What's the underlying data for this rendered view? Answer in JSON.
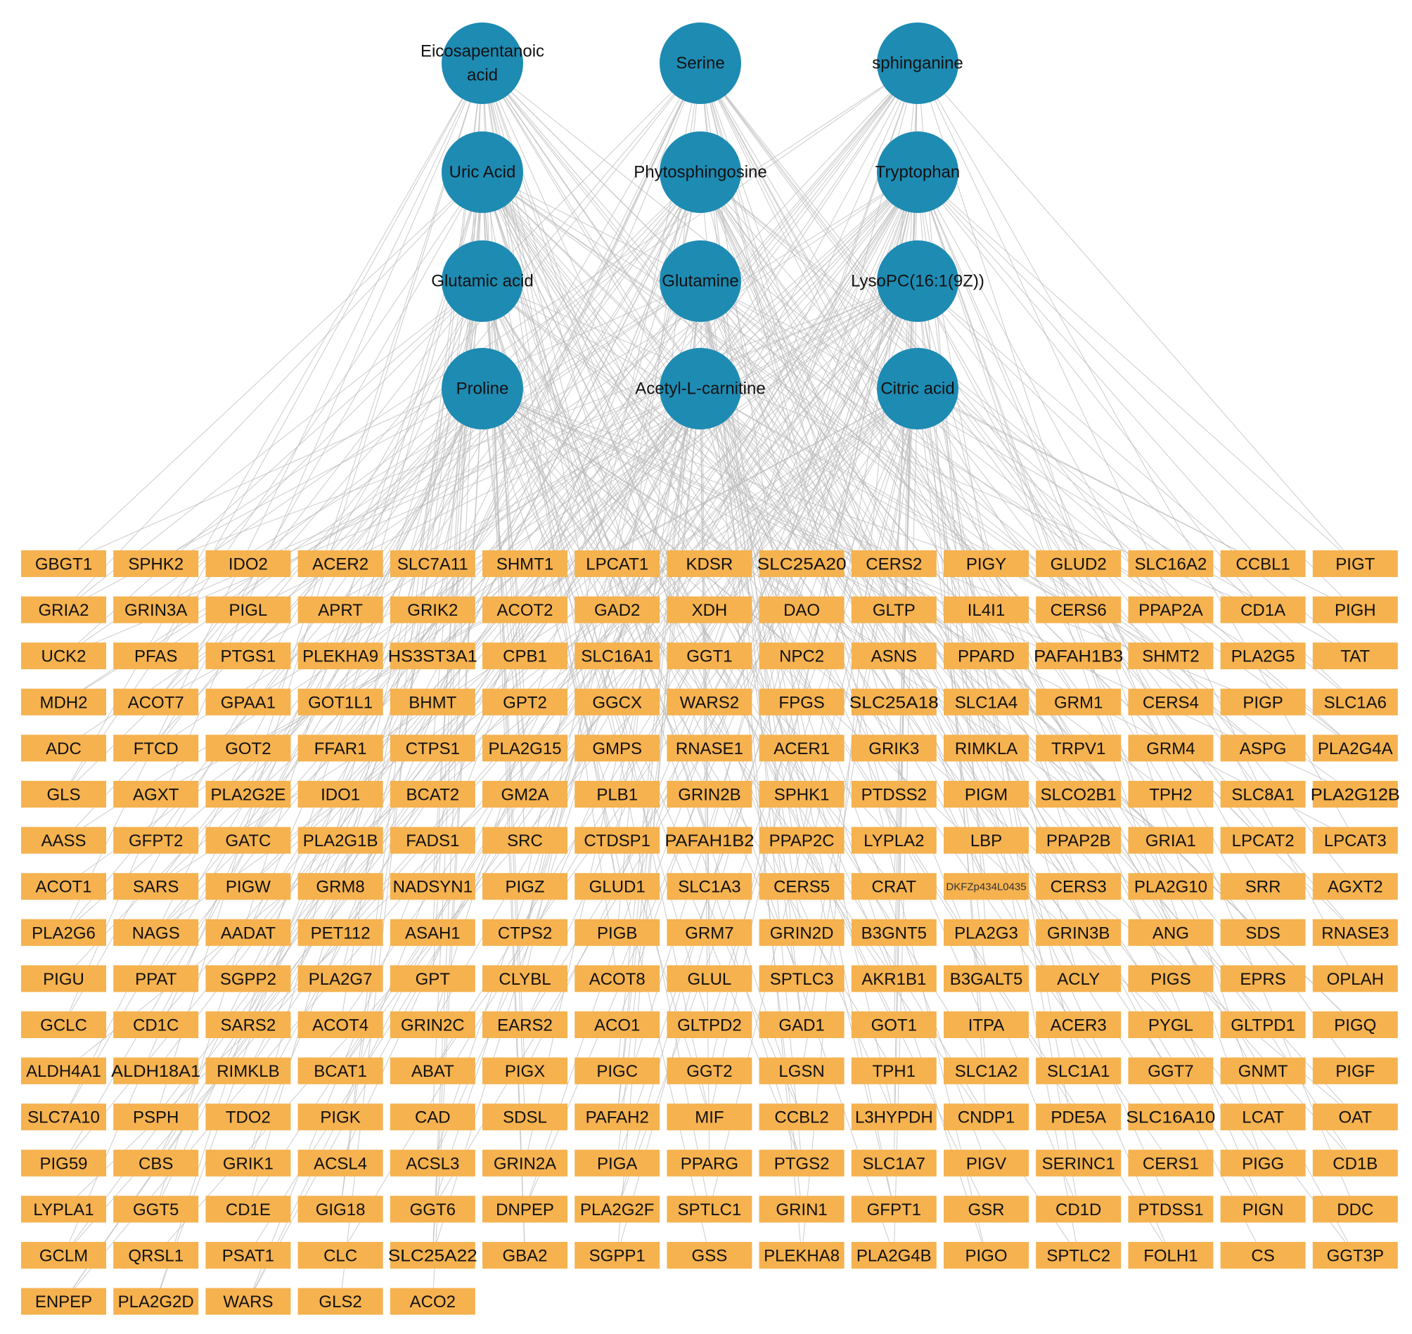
{
  "colors": {
    "metabolite_node": "#1e8bb3",
    "gene_node": "#f5b24f",
    "edge": "#b9b9b9",
    "background": "#ffffff"
  },
  "metabolites": [
    {
      "label": "Eicosapentanoic acid",
      "lines": [
        "Eicosapentanoic",
        "acid"
      ]
    },
    {
      "label": "Serine",
      "lines": [
        "Serine"
      ]
    },
    {
      "label": "sphinganine",
      "lines": [
        "sphinganine"
      ]
    },
    {
      "label": "Uric Acid",
      "lines": [
        "Uric Acid"
      ]
    },
    {
      "label": "Phytosphingosine",
      "lines": [
        "Phytosphingosine"
      ]
    },
    {
      "label": "Tryptophan",
      "lines": [
        "Tryptophan"
      ]
    },
    {
      "label": "Glutamic acid",
      "lines": [
        "Glutamic acid"
      ]
    },
    {
      "label": "Glutamine",
      "lines": [
        "Glutamine"
      ]
    },
    {
      "label": "LysoPC(16:1(9Z))",
      "lines": [
        "LysoPC(16:1(9Z))"
      ]
    },
    {
      "label": "Proline",
      "lines": [
        "Proline"
      ]
    },
    {
      "label": "Acetyl-L-carnitine",
      "lines": [
        "Acetyl-L-carnitine"
      ]
    },
    {
      "label": "Citric acid",
      "lines": [
        "Citric acid"
      ]
    }
  ],
  "genes": [
    "GBGT1",
    "SPHK2",
    "IDO2",
    "ACER2",
    "SLC7A11",
    "SHMT1",
    "LPCAT1",
    "KDSR",
    "SLC25A20",
    "CERS2",
    "PIGY",
    "GLUD2",
    "SLC16A2",
    "CCBL1",
    "PIGT",
    "GRIA2",
    "GRIN3A",
    "PIGL",
    "APRT",
    "GRIK2",
    "ACOT2",
    "GAD2",
    "XDH",
    "DAO",
    "GLTP",
    "IL4I1",
    "CERS6",
    "PPAP2A",
    "CD1A",
    "PIGH",
    "UCK2",
    "PFAS",
    "PTGS1",
    "PLEKHA9",
    "HS3ST3A1",
    "CPB1",
    "SLC16A1",
    "GGT1",
    "NPC2",
    "ASNS",
    "PPARD",
    "PAFAH1B3",
    "SHMT2",
    "PLA2G5",
    "TAT",
    "MDH2",
    "ACOT7",
    "GPAA1",
    "GOT1L1",
    "BHMT",
    "GPT2",
    "GGCX",
    "WARS2",
    "FPGS",
    "SLC25A18",
    "SLC1A4",
    "GRM1",
    "CERS4",
    "PIGP",
    "SLC1A6",
    "ADC",
    "FTCD",
    "GOT2",
    "FFAR1",
    "CTPS1",
    "PLA2G15",
    "GMPS",
    "RNASE1",
    "ACER1",
    "GRIK3",
    "RIMKLA",
    "TRPV1",
    "GRM4",
    "ASPG",
    "PLA2G4A",
    "GLS",
    "AGXT",
    "PLA2G2E",
    "IDO1",
    "BCAT2",
    "GM2A",
    "PLB1",
    "GRIN2B",
    "SPHK1",
    "PTDSS2",
    "PIGM",
    "SLCO2B1",
    "TPH2",
    "SLC8A1",
    "PLA2G12B",
    "AASS",
    "GFPT2",
    "GATC",
    "PLA2G1B",
    "FADS1",
    "SRC",
    "CTDSP1",
    "PAFAH1B2",
    "PPAP2C",
    "LYPLA2",
    "LBP",
    "PPAP2B",
    "GRIA1",
    "LPCAT2",
    "LPCAT3",
    "ACOT1",
    "SARS",
    "PIGW",
    "GRM8",
    "NADSYN1",
    "PIGZ",
    "GLUD1",
    "SLC1A3",
    "CERS5",
    "CRAT",
    "DKFZp434L0435",
    "CERS3",
    "PLA2G10",
    "SRR",
    "AGXT2",
    "PLA2G6",
    "NAGS",
    "AADAT",
    "PET112",
    "ASAH1",
    "CTPS2",
    "PIGB",
    "GRM7",
    "GRIN2D",
    "B3GNT5",
    "PLA2G3",
    "GRIN3B",
    "ANG",
    "SDS",
    "RNASE3",
    "PIGU",
    "PPAT",
    "SGPP2",
    "PLA2G7",
    "GPT",
    "CLYBL",
    "ACOT8",
    "GLUL",
    "SPTLC3",
    "AKR1B1",
    "B3GALT5",
    "ACLY",
    "PIGS",
    "EPRS",
    "OPLAH",
    "GCLC",
    "CD1C",
    "SARS2",
    "ACOT4",
    "GRIN2C",
    "EARS2",
    "ACO1",
    "GLTPD2",
    "GAD1",
    "GOT1",
    "ITPA",
    "ACER3",
    "PYGL",
    "GLTPD1",
    "PIGQ",
    "ALDH4A1",
    "ALDH18A1",
    "RIMKLB",
    "BCAT1",
    "ABAT",
    "PIGX",
    "PIGC",
    "GGT2",
    "LGSN",
    "TPH1",
    "SLC1A2",
    "SLC1A1",
    "GGT7",
    "GNMT",
    "PIGF",
    "SLC7A10",
    "PSPH",
    "TDO2",
    "PIGK",
    "CAD",
    "SDSL",
    "PAFAH2",
    "MIF",
    "CCBL2",
    "L3HYPDH",
    "CNDP1",
    "PDE5A",
    "SLC16A10",
    "LCAT",
    "OAT",
    "PIG59",
    "CBS",
    "GRIK1",
    "ACSL4",
    "ACSL3",
    "GRIN2A",
    "PIGA",
    "PPARG",
    "PTGS2",
    "SLC1A7",
    "PIGV",
    "SERINC1",
    "CERS1",
    "PIGG",
    "CD1B",
    "LYPLA1",
    "GGT5",
    "CD1E",
    "GIG18",
    "GGT6",
    "DNPEP",
    "PLA2G2F",
    "SPTLC1",
    "GRIN1",
    "GFPT1",
    "GSR",
    "CD1D",
    "PTDSS1",
    "PIGN",
    "DDC",
    "GCLM",
    "QRSL1",
    "PSAT1",
    "CLC",
    "SLC25A22",
    "GBA2",
    "SGPP1",
    "GSS",
    "PLEKHA8",
    "PLA2G4B",
    "PIGO",
    "SPTLC2",
    "FOLH1",
    "CS",
    "GGT3P",
    "ENPEP",
    "PLA2G2D",
    "WARS",
    "GLS2",
    "ACO2"
  ]
}
